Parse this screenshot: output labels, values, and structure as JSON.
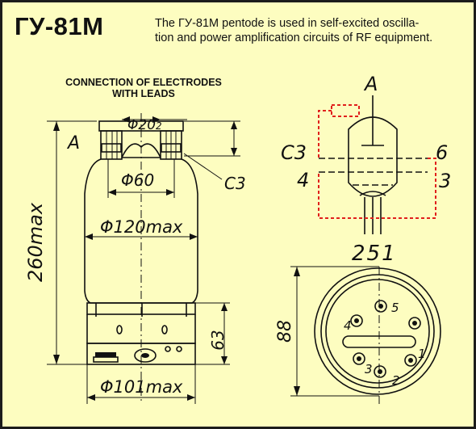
{
  "title": "ГУ-81М",
  "description_line1": "The ГУ-81М pentode is used in self-excited oscilla-",
  "description_line2": "tion and power amplification circuits of RF equipment.",
  "section_line1": "CONNECTION OF ELECTRODES",
  "section_line2": "WITH LEADS",
  "dimensions": {
    "anode": "A",
    "d_cap": "Φ20",
    "d_cap_tol": "2",
    "d_anode": "Φ60",
    "grid3": "C3",
    "d_bulb": "Φ120max",
    "height": "260max",
    "base_height": "63",
    "d_base": "Φ101max",
    "socket_size": "88"
  },
  "schematic": {
    "anode": "A",
    "c3": "C3",
    "pin6": "6",
    "pin4": "4",
    "pin3": "3",
    "bottom_pins": "251"
  },
  "socket_pins": {
    "p1": "1",
    "p2": "2",
    "p3": "3",
    "p4": "4",
    "p5": "5"
  },
  "colors": {
    "background": "#fdfdc0",
    "ink": "#111111",
    "highlight": "#e0201c"
  }
}
